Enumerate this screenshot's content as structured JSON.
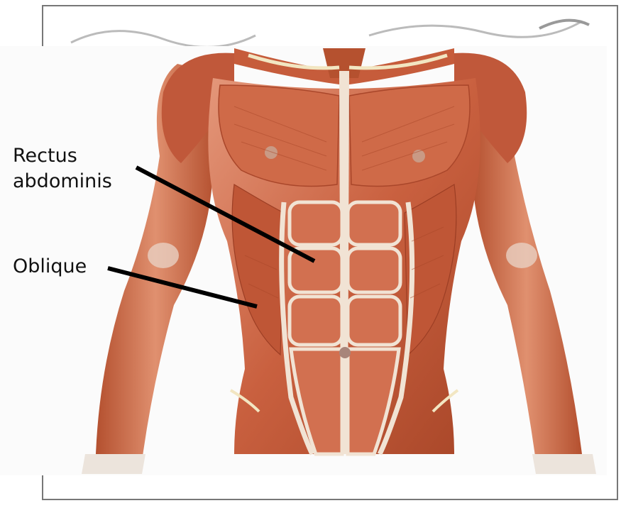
{
  "labels": {
    "rectus_line1": "Rectus",
    "rectus_line2": "abdominis",
    "oblique": "Oblique"
  },
  "colors": {
    "muscle_base": "#c9603f",
    "muscle_light": "#e4977a",
    "muscle_dark": "#9c3e24",
    "tendon": "#f1e3d4",
    "skin_background": "#fbfbfb",
    "pointer_line": "#000000"
  },
  "icons": {
    "figure": "anatomical-torso-illustration"
  }
}
